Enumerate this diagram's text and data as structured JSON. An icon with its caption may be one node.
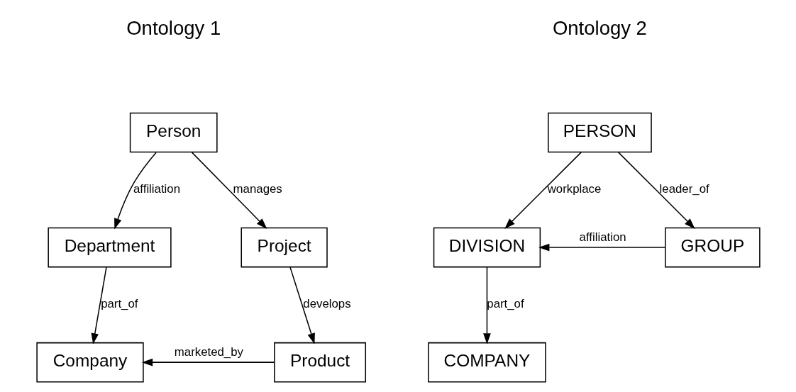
{
  "diagram": {
    "nodes": [
      {
        "text": [
          "Person"
        ]
      },
      {
        "text": [
          "Department"
        ]
      },
      {
        "text": [
          "Project"
        ]
      },
      {
        "text": [
          "Company"
        ]
      },
      {
        "text": [
          "Product"
        ]
      },
      {
        "text": [
          "PERSON"
        ]
      },
      {
        "text": [
          "DIVISION"
        ]
      },
      {
        "text": [
          "GROUP"
        ]
      },
      {
        "text": [
          "COMPANY"
        ]
      }
    ],
    "edges": [
      {
        "from": 0,
        "to": 1,
        "arrow": "to",
        "label": "affiliation"
      },
      {
        "from": 0,
        "to": 2,
        "arrow": "to",
        "label": "manages"
      },
      {
        "from": 1,
        "to": 3,
        "arrow": "to",
        "label": "part_of"
      },
      {
        "from": 2,
        "to": 4,
        "arrow": "to",
        "label": "develops"
      },
      {
        "from": 4,
        "to": 3,
        "arrow": "to",
        "label": "marketed_by"
      },
      {
        "from": 5,
        "to": 6,
        "arrow": "to",
        "label": "workplace"
      },
      {
        "from": 5,
        "to": 7,
        "arrow": "to",
        "label": "leader_of"
      },
      {
        "from": 7,
        "to": 6,
        "arrow": "to",
        "label": "affiliation"
      },
      {
        "from": 6,
        "to": 8,
        "arrow": "to",
        "label": "part_of"
      }
    ],
    "labels": [
      "Ontology 1",
      "Ontology 2"
    ]
  }
}
